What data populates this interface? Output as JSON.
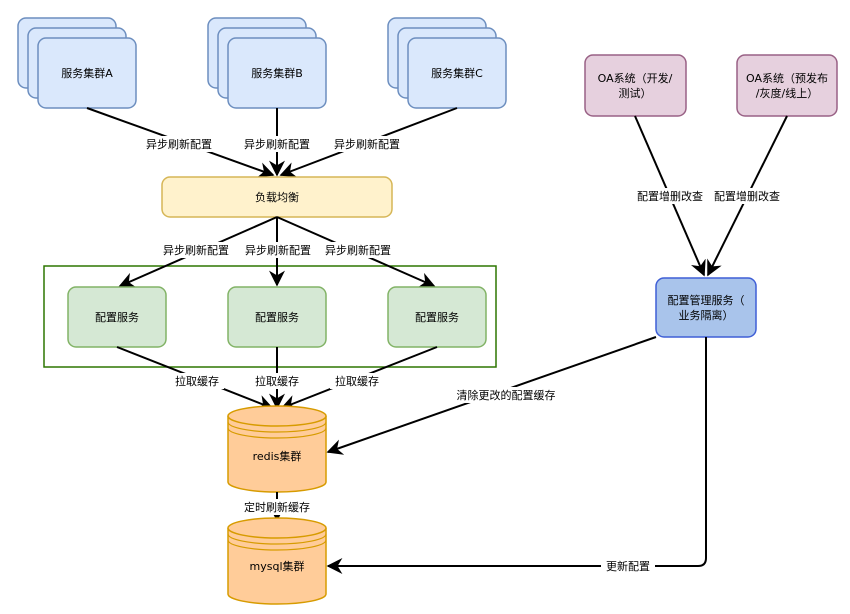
{
  "clusters": {
    "a": "服务集群A",
    "b": "服务集群B",
    "c": "服务集群C"
  },
  "load_balancer": "负载均衡",
  "config_services": [
    "配置服务",
    "配置服务",
    "配置服务"
  ],
  "redis": "redis集群",
  "mysql": "mysql集群",
  "oa_systems": {
    "dev": {
      "line1": "OA系统（开发/",
      "line2": "测试）"
    },
    "prod": {
      "line1": "OA系统（预发布",
      "line2": "/灰度/线上）"
    }
  },
  "config_manager": {
    "line1": "配置管理服务（",
    "line2": "业务隔离）"
  },
  "edge_labels": {
    "async_refresh_a": "异步刷新配置",
    "async_refresh_b": "异步刷新配置",
    "async_refresh_c": "异步刷新配置",
    "async_refresh_lb1": "异步刷新配置",
    "async_refresh_lb2": "异步刷新配置",
    "async_refresh_lb3": "异步刷新配置",
    "pull_cache_1": "拉取缓存",
    "pull_cache_2": "拉取缓存",
    "pull_cache_3": "拉取缓存",
    "timed_refresh": "定时刷新缓存",
    "crud_dev": "配置增删改查",
    "crud_prod": "配置增删改查",
    "clear_cache": "清除更改的配置缓存",
    "update_config": "更新配置"
  },
  "colors": {
    "cluster_fill": "#dae8fc",
    "cluster_stroke": "#6c8ebf",
    "lb_fill": "#fff2cc",
    "lb_stroke": "#d6b656",
    "config_fill": "#d5e8d4",
    "config_stroke": "#82b366",
    "group_stroke": "#2d7600",
    "db_fill": "#ffcc99",
    "db_stroke": "#d79b00",
    "oa_fill": "#e6d0de",
    "oa_stroke": "#996185",
    "manager_fill": "#a9c4eb",
    "manager_stroke": "#3f5fd6"
  }
}
